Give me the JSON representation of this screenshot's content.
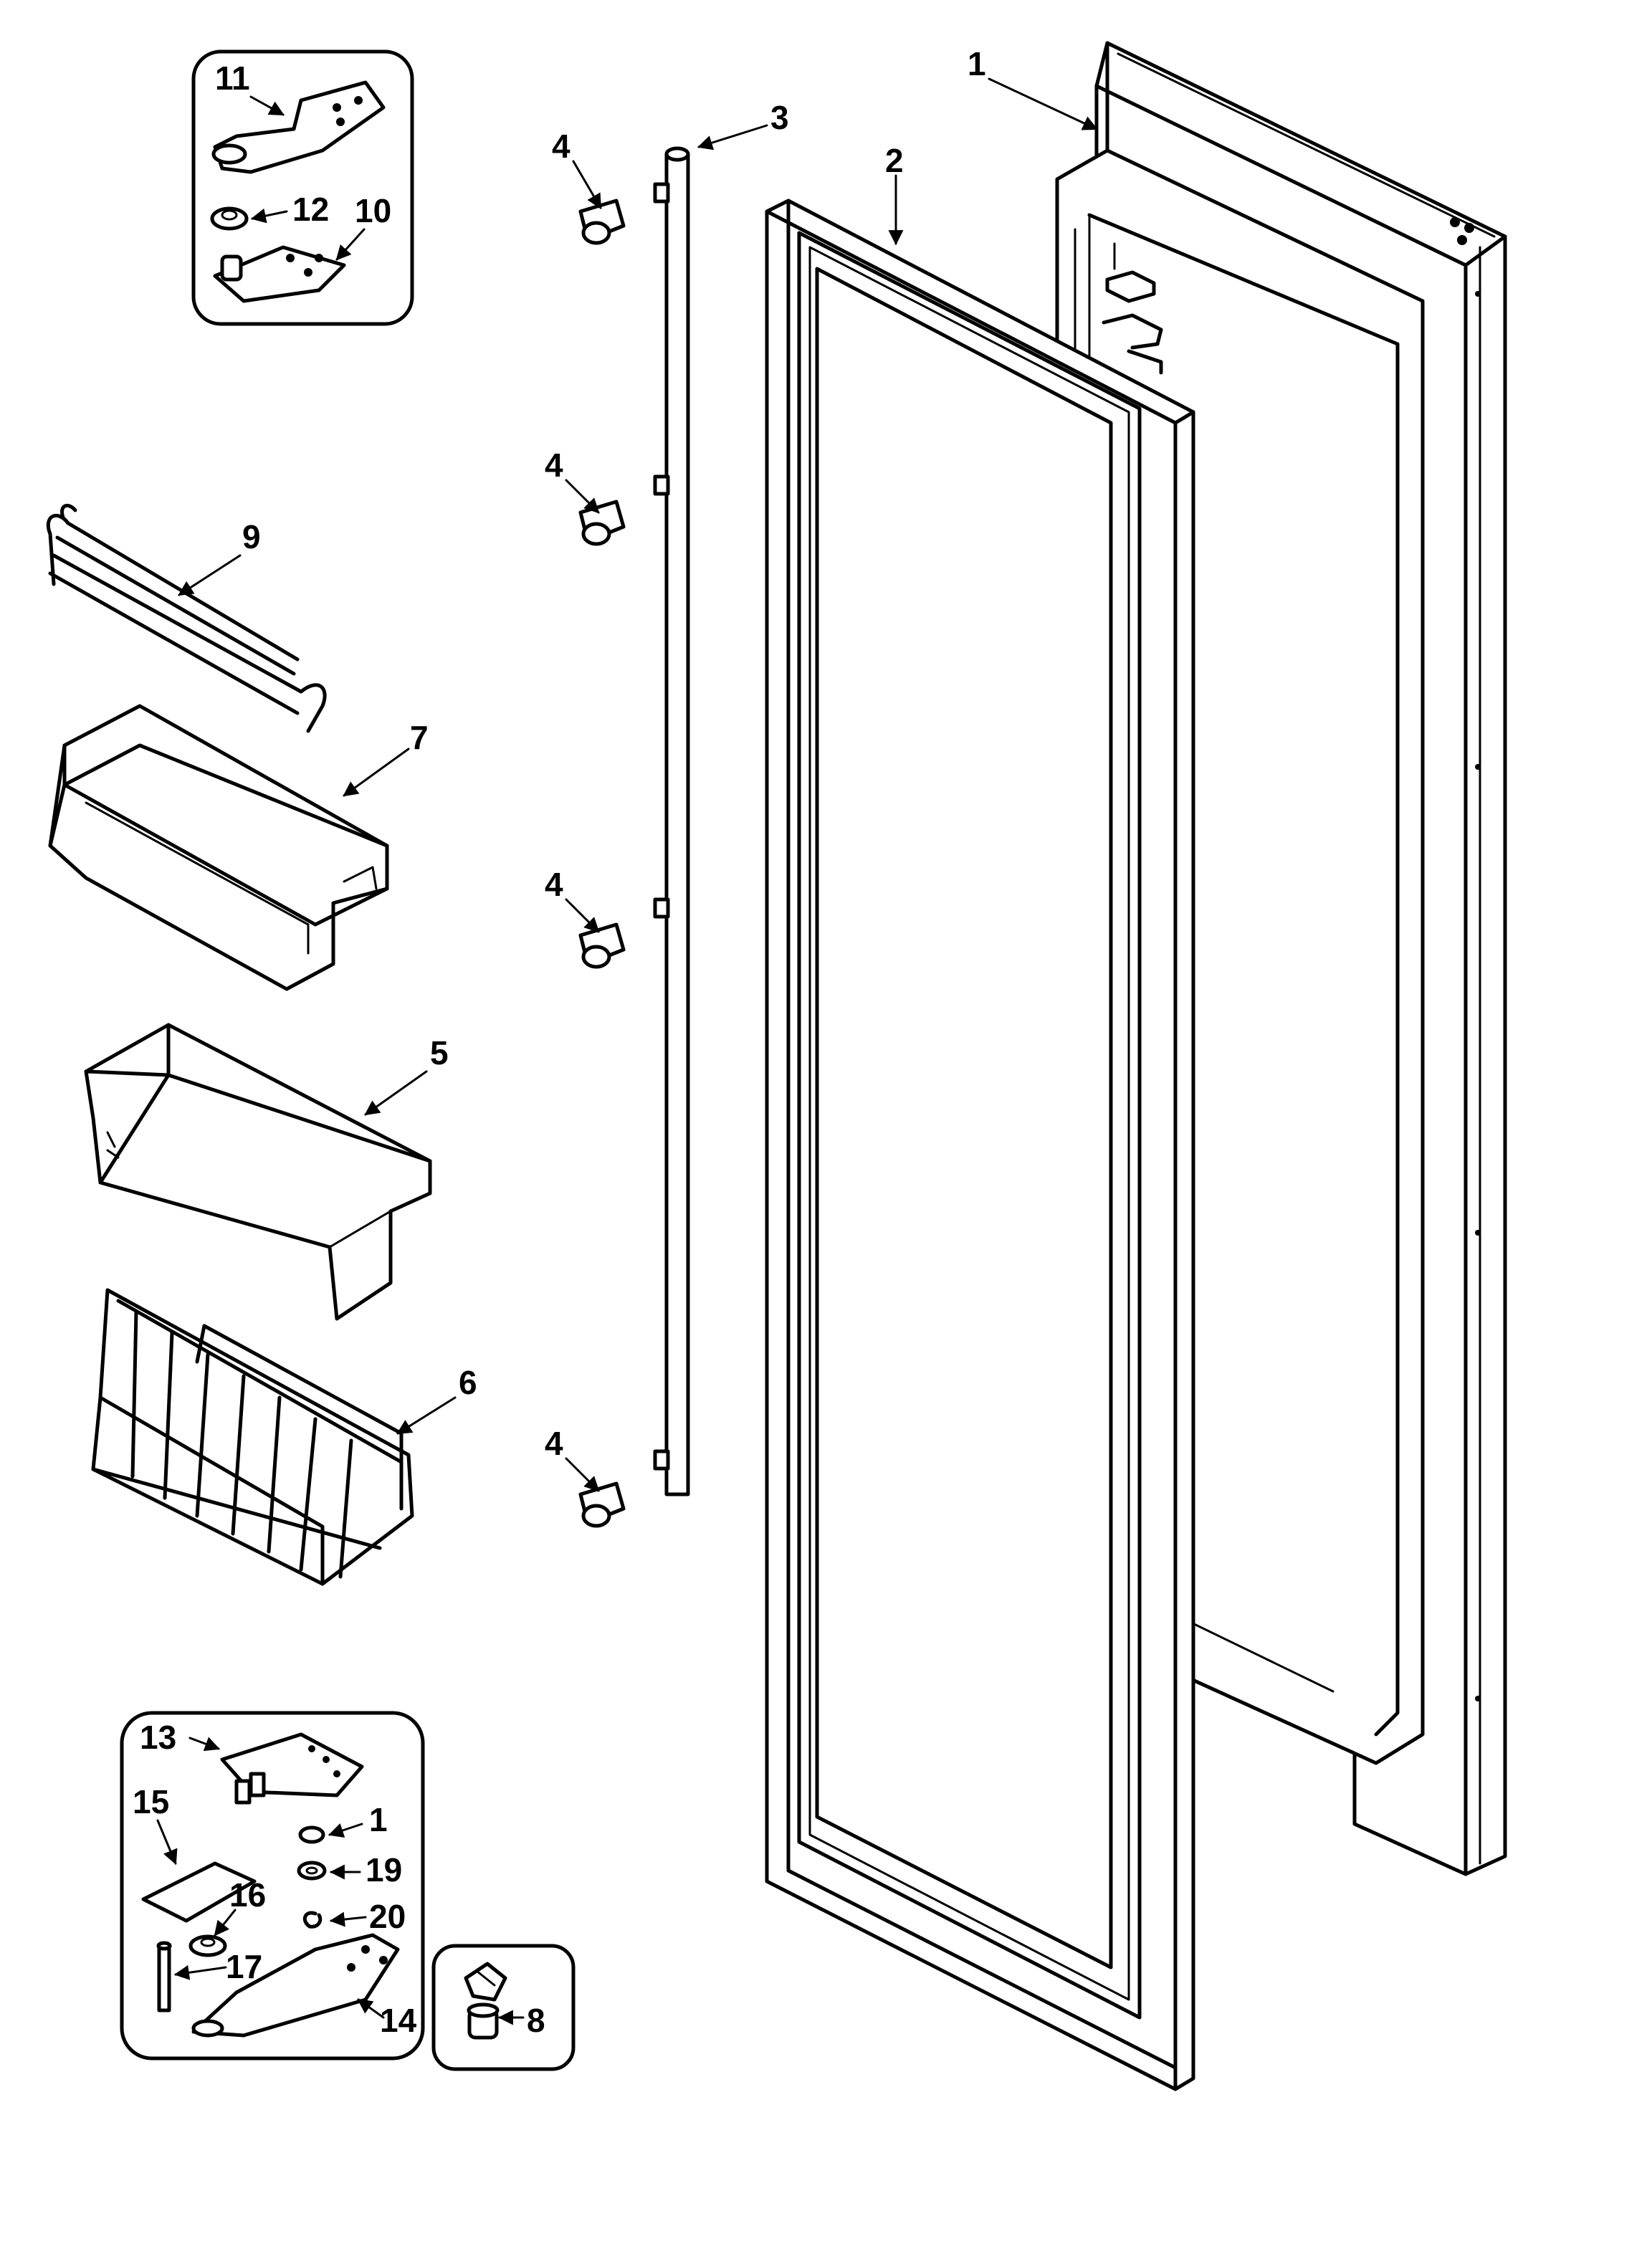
{
  "diagram": {
    "labels": {
      "p1": "1",
      "p2": "2",
      "p3": "3",
      "p4a": "4",
      "p4b": "4",
      "p4c": "4",
      "p4d": "4",
      "p5": "5",
      "p6": "6",
      "p7": "7",
      "p8": "8",
      "p9": "9",
      "p10": "10",
      "p11": "11",
      "p12": "12",
      "p13": "13",
      "p14": "14",
      "p15": "15",
      "p16": "16",
      "p17": "17",
      "p1b": "1",
      "p19": "19",
      "p20": "20"
    }
  }
}
